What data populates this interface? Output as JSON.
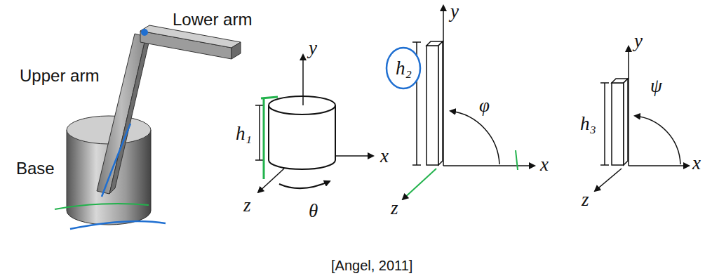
{
  "diagram": {
    "caption": "[Angel, 2011]",
    "labels": [
      "Lower arm",
      "Upper arm",
      "Base",
      "y",
      "h₁",
      "x",
      "z",
      "θ",
      "y",
      "h₂",
      "φ",
      "x",
      "z",
      "y",
      "h₃",
      "ψ",
      "x",
      "z"
    ]
  }
}
